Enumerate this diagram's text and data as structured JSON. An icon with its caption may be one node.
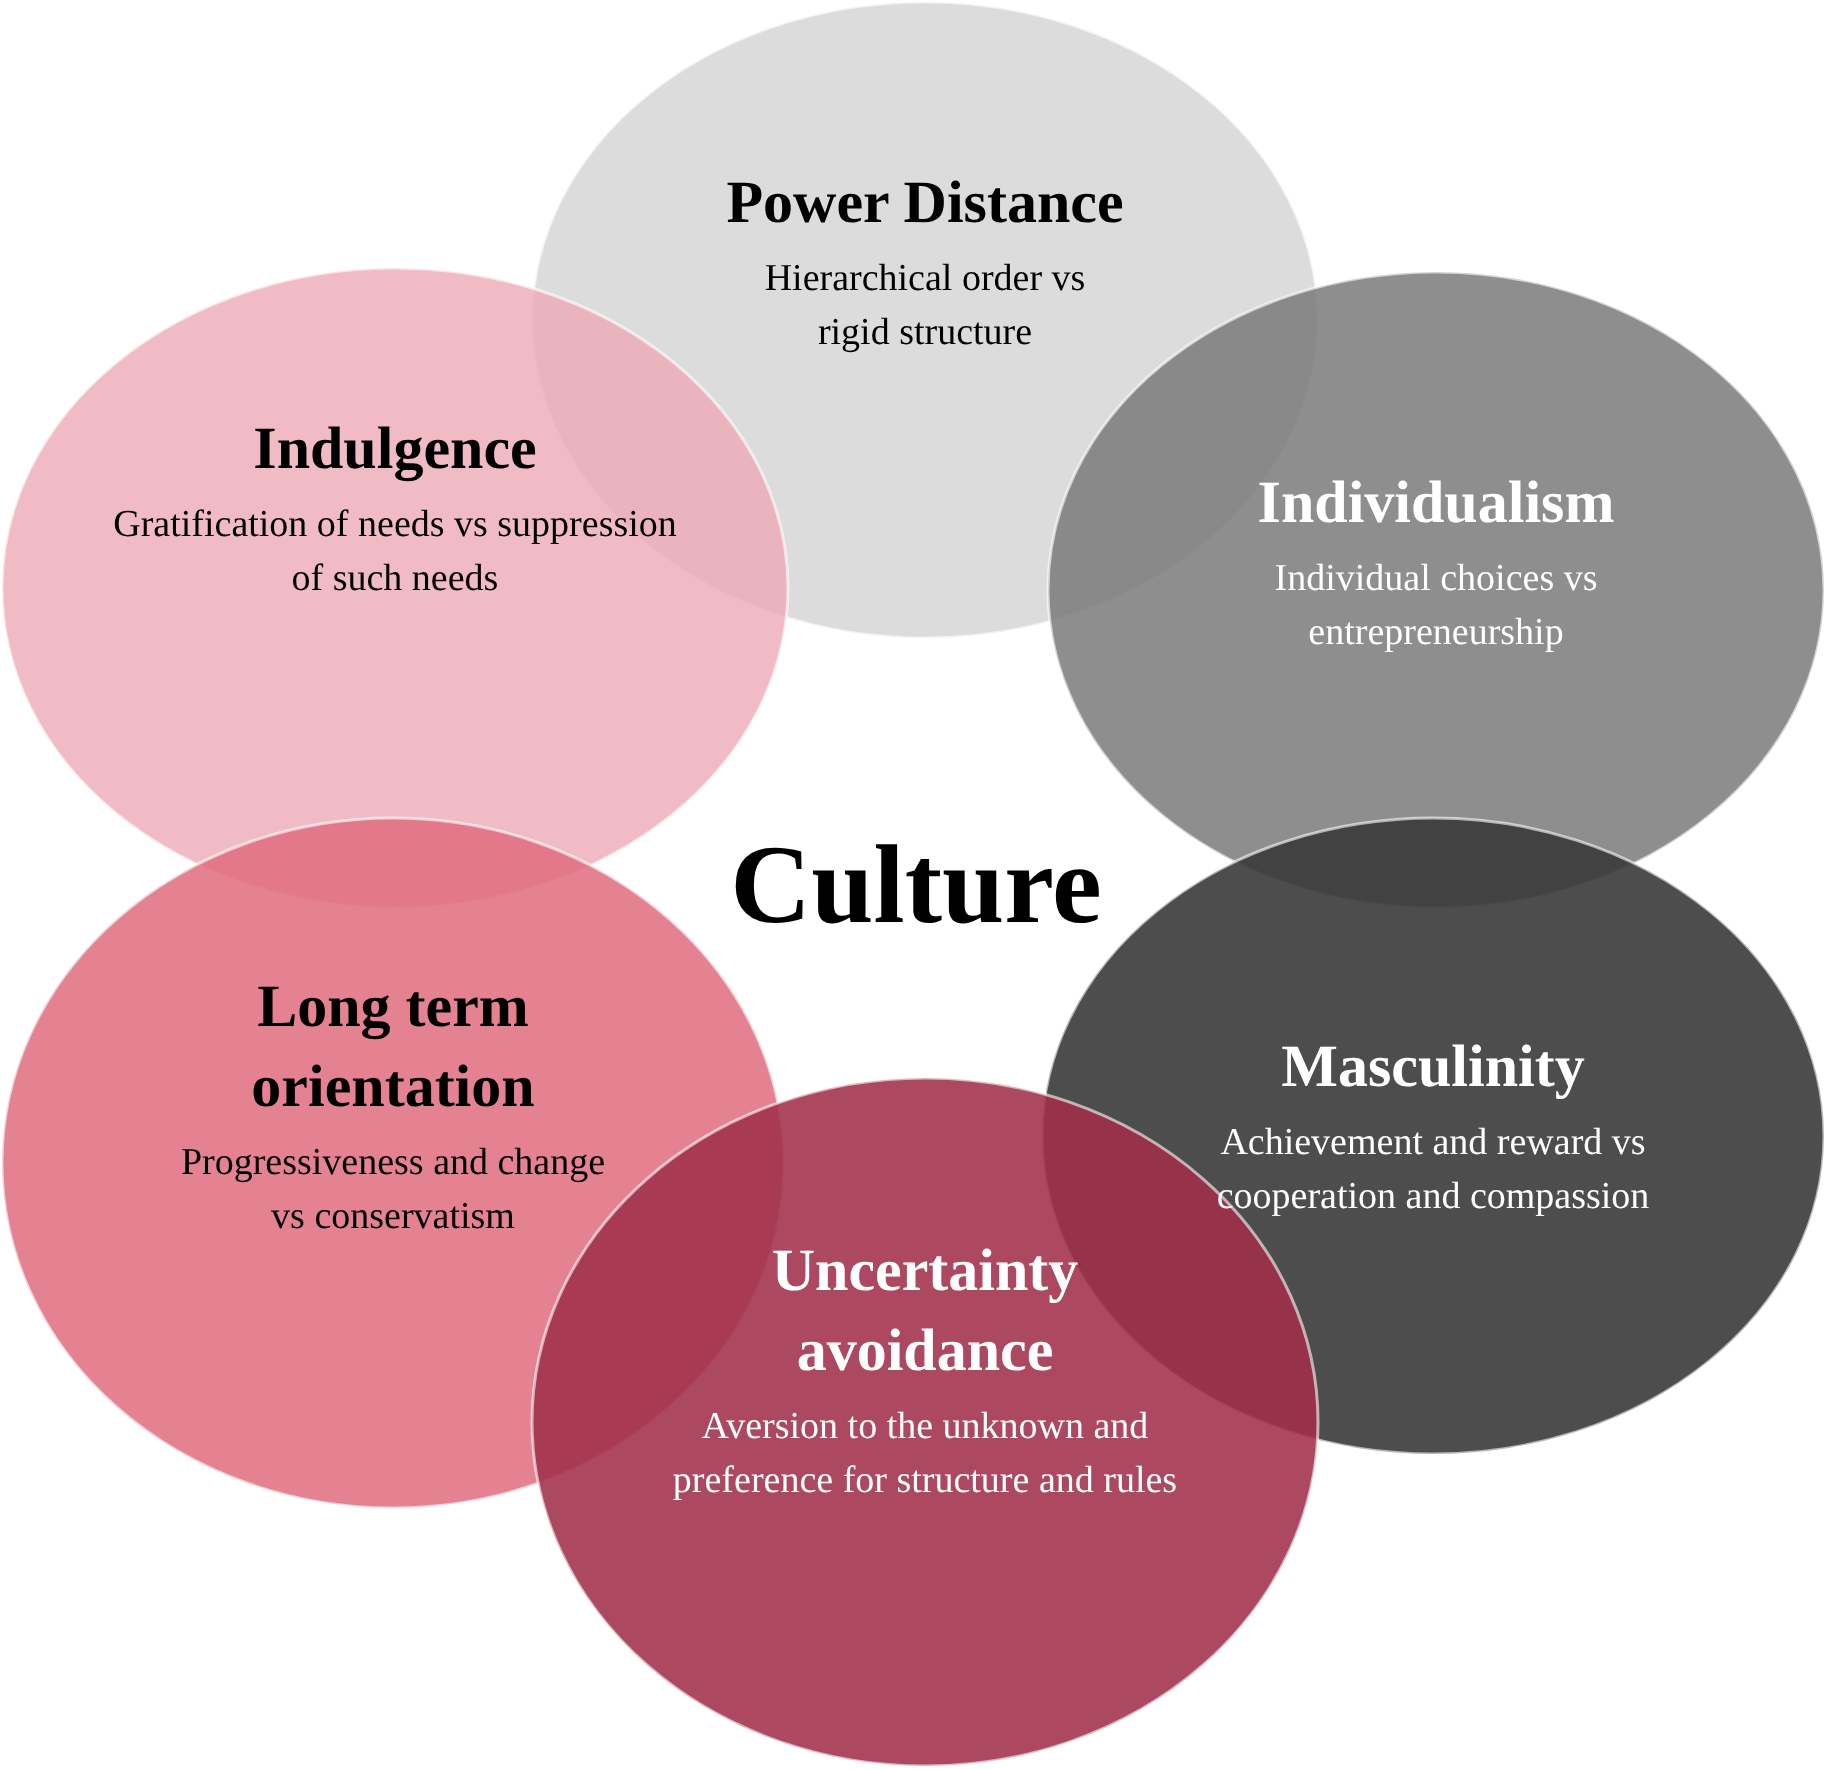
{
  "diagram": {
    "nodes": [
      {
        "text": [
          "Power Distance",
          "Hierarchical order vs rigid structure"
        ]
      },
      {
        "text": [
          "Indulgence",
          "Gratification of needs vs suppression of such needs"
        ]
      },
      {
        "text": [
          "Individualism",
          "Individual choices vs entrepreneurship"
        ]
      },
      {
        "text": [
          "Long term orientation",
          "Progressiveness and change vs conservatism"
        ]
      },
      {
        "text": [
          "Masculinity",
          "Achievement and reward vs cooperation and compassion"
        ]
      },
      {
        "text": [
          "Uncertainty avoidance",
          "Aversion to the unknown and preference for structure and rules"
        ]
      }
    ],
    "labels": [
      "Culture"
    ]
  }
}
